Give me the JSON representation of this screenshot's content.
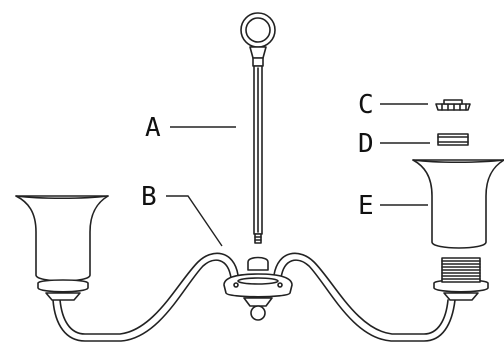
{
  "callouts": {
    "a": "A",
    "b": "B",
    "c": "C",
    "d": "D",
    "e": "E"
  },
  "colors": {
    "ink": "#222222",
    "background": "#ffffff"
  }
}
